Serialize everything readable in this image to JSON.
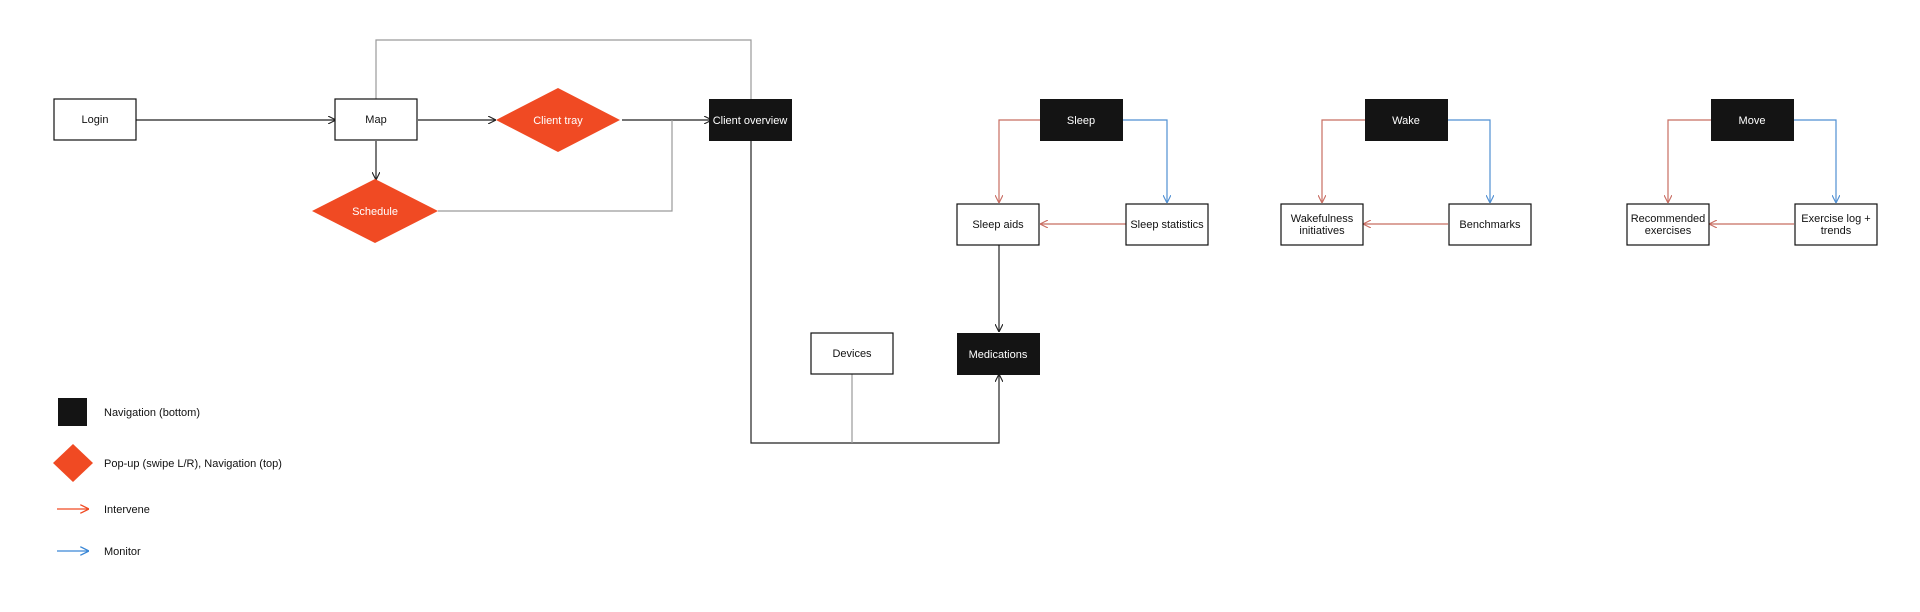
{
  "colors": {
    "nav": "#141414",
    "popup": "#f04a23",
    "plain_border": "#111111",
    "line_dark": "#222222",
    "line_gray": "#9a9a9a",
    "intervene": "#c86d62",
    "monitor": "#4f8fd2",
    "intervene_legend": "#f04a23",
    "monitor_legend": "#3a87d6"
  },
  "nodes": {
    "login": "Login",
    "map": "Map",
    "client_tray": "Client tray",
    "client_overview": "Client overview",
    "schedule": "Schedule",
    "sleep": "Sleep",
    "sleep_aids": "Sleep aids",
    "sleep_statistics": "Sleep statistics",
    "devices": "Devices",
    "medications": "Medications",
    "wake": "Wake",
    "wakefulness_initiatives": [
      "Wakefulness",
      "initiatives"
    ],
    "benchmarks": "Benchmarks",
    "move": "Move",
    "recommended_exercises": [
      "Recommended",
      "exercises"
    ],
    "exercise_log_trends": [
      "Exercise log +",
      "trends"
    ]
  },
  "legend": {
    "nav_label": "Navigation (bottom)",
    "popup_label": "Pop-up (swipe L/R), Navigation (top)",
    "intervene_label": "Intervene",
    "monitor_label": "Monitor"
  }
}
